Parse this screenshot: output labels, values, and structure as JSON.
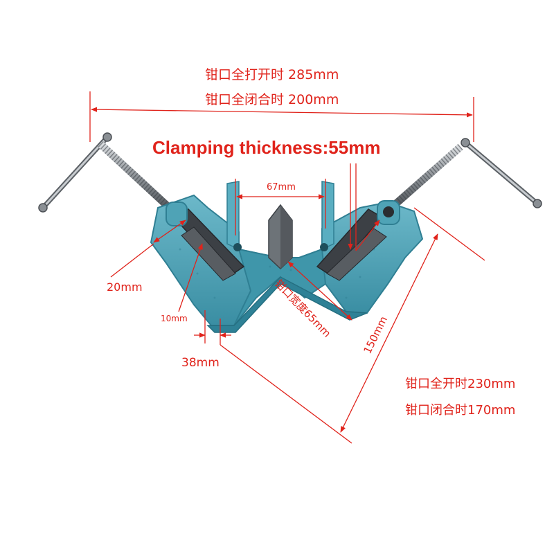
{
  "annotations": {
    "overall_open": "钳口全打开时 285mm",
    "overall_closed": "钳口全闭合时 200mm",
    "clamping_thickness": "Clamping thickness:55mm",
    "inner_gap": "67mm",
    "jaw_height": "20mm",
    "jaw_depth": "10mm",
    "base_offset": "38mm",
    "jaw_width": "钳口宽度65mm",
    "arm_length": "150mm",
    "jaw_open": "钳口全开时230mm",
    "jaw_closed": "钳口闭合时170mm"
  },
  "colors": {
    "annotation": "#e0231b",
    "body": "#4fa3b6",
    "body_dark": "#2f7f93",
    "steel": "#8a8f94",
    "steel_dark": "#4b4f54"
  }
}
